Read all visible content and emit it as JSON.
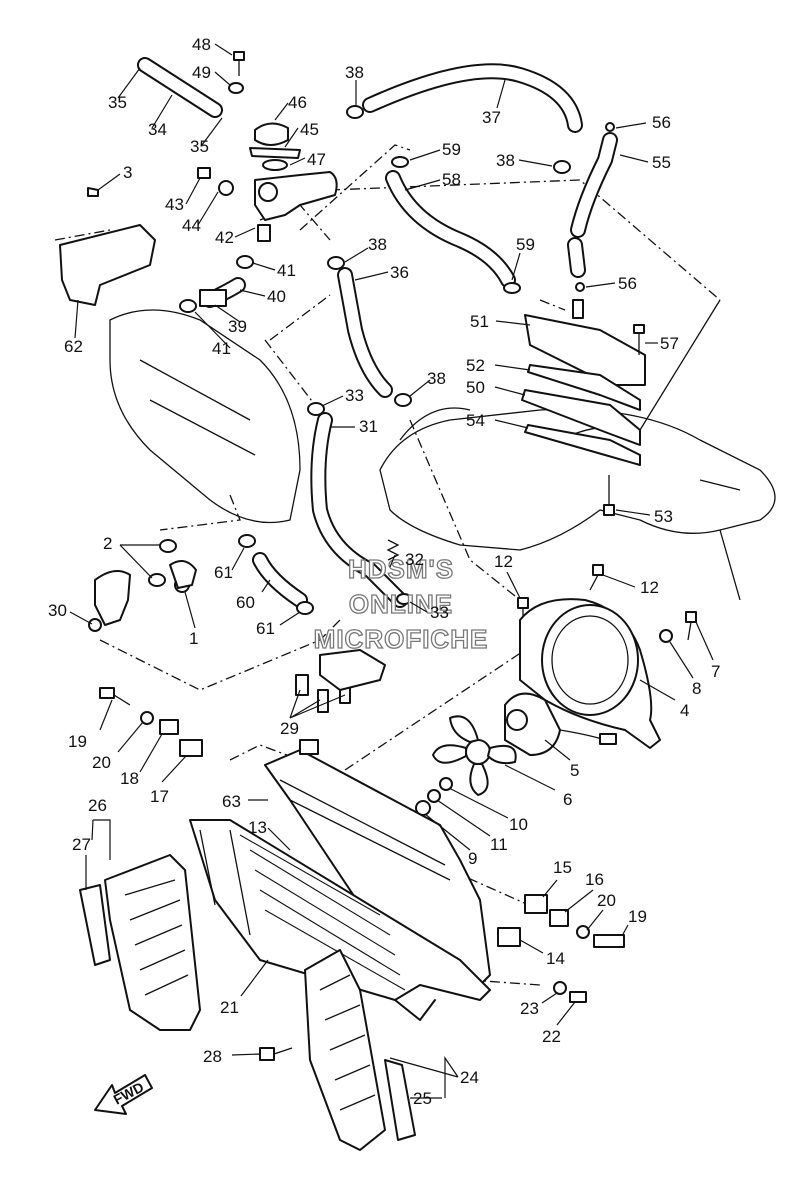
{
  "watermark": {
    "line1": "HDSM'S",
    "line2": "ONLINE",
    "line3": "MICROFICHE"
  },
  "direction_label": "FWD",
  "callouts": [
    {
      "id": "48",
      "label": "48"
    },
    {
      "id": "49",
      "label": "49"
    },
    {
      "id": "35a",
      "label": "35"
    },
    {
      "id": "34",
      "label": "34"
    },
    {
      "id": "35b",
      "label": "35"
    },
    {
      "id": "46",
      "label": "46"
    },
    {
      "id": "45",
      "label": "45"
    },
    {
      "id": "47",
      "label": "47"
    },
    {
      "id": "38a",
      "label": "38"
    },
    {
      "id": "37",
      "label": "37"
    },
    {
      "id": "56a",
      "label": "56"
    },
    {
      "id": "55",
      "label": "55"
    },
    {
      "id": "38b",
      "label": "38"
    },
    {
      "id": "59a",
      "label": "59"
    },
    {
      "id": "58",
      "label": "58"
    },
    {
      "id": "3",
      "label": "3"
    },
    {
      "id": "43",
      "label": "43"
    },
    {
      "id": "44",
      "label": "44"
    },
    {
      "id": "42",
      "label": "42"
    },
    {
      "id": "41a",
      "label": "41"
    },
    {
      "id": "40",
      "label": "40"
    },
    {
      "id": "39",
      "label": "39"
    },
    {
      "id": "41b",
      "label": "41"
    },
    {
      "id": "62",
      "label": "62"
    },
    {
      "id": "38c",
      "label": "38"
    },
    {
      "id": "36",
      "label": "36"
    },
    {
      "id": "59b",
      "label": "59"
    },
    {
      "id": "56b",
      "label": "56"
    },
    {
      "id": "51",
      "label": "51"
    },
    {
      "id": "57",
      "label": "57"
    },
    {
      "id": "52",
      "label": "52"
    },
    {
      "id": "50",
      "label": "50"
    },
    {
      "id": "54",
      "label": "54"
    },
    {
      "id": "38d",
      "label": "38"
    },
    {
      "id": "33a",
      "label": "33"
    },
    {
      "id": "31",
      "label": "31"
    },
    {
      "id": "53",
      "label": "53"
    },
    {
      "id": "2",
      "label": "2"
    },
    {
      "id": "61a",
      "label": "61"
    },
    {
      "id": "32",
      "label": "32"
    },
    {
      "id": "33b",
      "label": "33"
    },
    {
      "id": "12a",
      "label": "12"
    },
    {
      "id": "12b",
      "label": "12"
    },
    {
      "id": "30",
      "label": "30"
    },
    {
      "id": "1",
      "label": "1"
    },
    {
      "id": "60",
      "label": "60"
    },
    {
      "id": "61b",
      "label": "61"
    },
    {
      "id": "7",
      "label": "7"
    },
    {
      "id": "8",
      "label": "8"
    },
    {
      "id": "4",
      "label": "4"
    },
    {
      "id": "19a",
      "label": "19"
    },
    {
      "id": "29",
      "label": "29"
    },
    {
      "id": "20a",
      "label": "20"
    },
    {
      "id": "18",
      "label": "18"
    },
    {
      "id": "17",
      "label": "17"
    },
    {
      "id": "5",
      "label": "5"
    },
    {
      "id": "6",
      "label": "6"
    },
    {
      "id": "10",
      "label": "10"
    },
    {
      "id": "11",
      "label": "11"
    },
    {
      "id": "9",
      "label": "9"
    },
    {
      "id": "26",
      "label": "26"
    },
    {
      "id": "63",
      "label": "63"
    },
    {
      "id": "27",
      "label": "27"
    },
    {
      "id": "13",
      "label": "13"
    },
    {
      "id": "15",
      "label": "15"
    },
    {
      "id": "16",
      "label": "16"
    },
    {
      "id": "20b",
      "label": "20"
    },
    {
      "id": "19b",
      "label": "19"
    },
    {
      "id": "14",
      "label": "14"
    },
    {
      "id": "21",
      "label": "21"
    },
    {
      "id": "23",
      "label": "23"
    },
    {
      "id": "22",
      "label": "22"
    },
    {
      "id": "28",
      "label": "28"
    },
    {
      "id": "24",
      "label": "24"
    },
    {
      "id": "25",
      "label": "25"
    }
  ]
}
